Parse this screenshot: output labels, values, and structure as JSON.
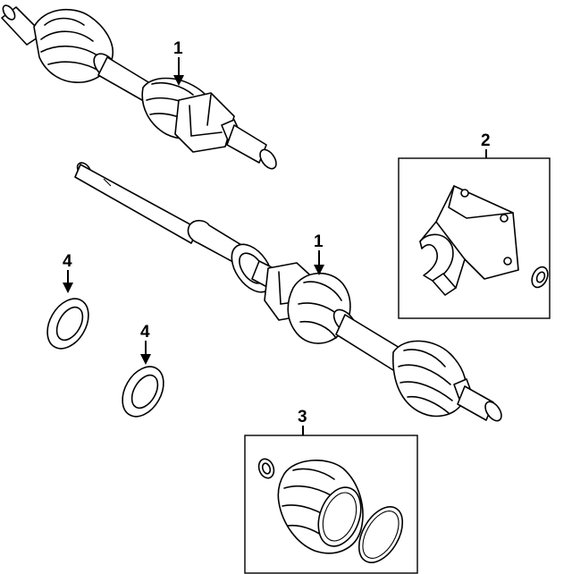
{
  "callouts": [
    {
      "id": "1a",
      "label": "1"
    },
    {
      "id": "2",
      "label": "2"
    },
    {
      "id": "1b",
      "label": "1"
    },
    {
      "id": "4a",
      "label": "4"
    },
    {
      "id": "4b",
      "label": "4"
    },
    {
      "id": "3",
      "label": "3"
    }
  ]
}
